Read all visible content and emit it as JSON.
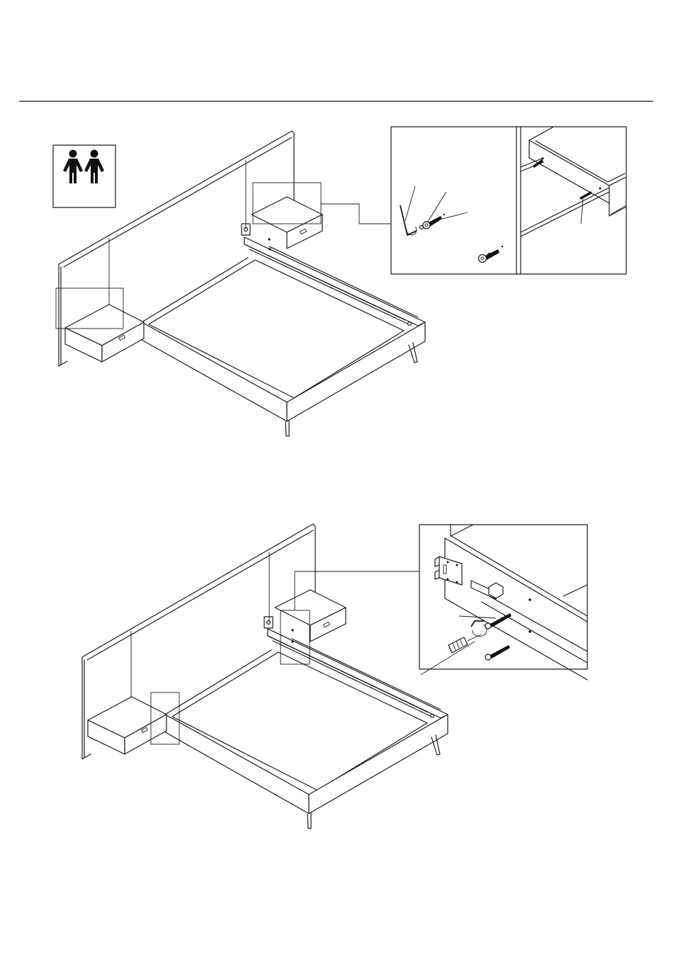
{
  "page": {
    "background": "#ffffff",
    "line_color": "#1a1a1a"
  },
  "icons": {
    "two_person": "two-person-icon",
    "allen_key": "allen-key-icon",
    "screw": "screw-icon",
    "wall_plug": "wall-plug-icon",
    "bracket": "wall-bracket-icon"
  },
  "steps": [
    {
      "id": "step-1",
      "figure": "bed-frame-with-floating-nightstands",
      "callout": "nightstand-bolt-detail"
    },
    {
      "id": "step-2",
      "figure": "bed-frame-with-floating-nightstands",
      "callout": "wall-bracket-screw-detail"
    }
  ]
}
